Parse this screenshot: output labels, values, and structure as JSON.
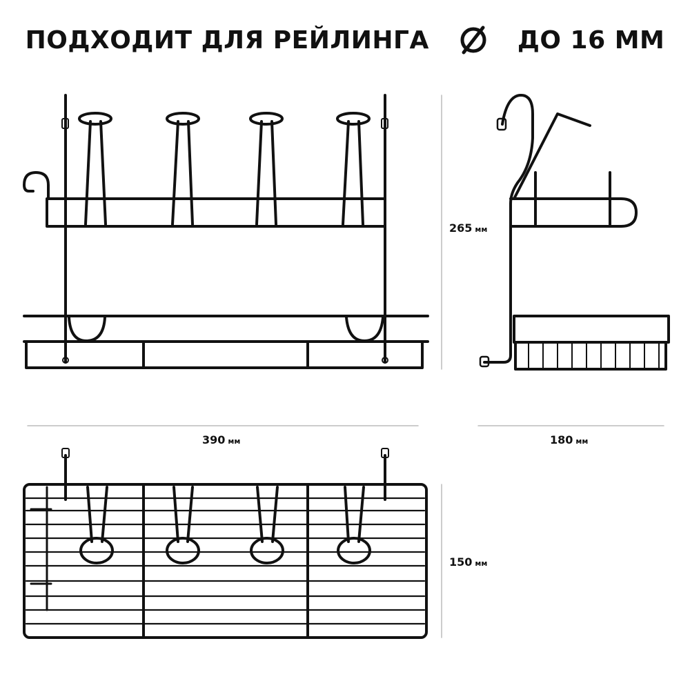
{
  "headline": {
    "text_before": "ПОДХОДИТ ДЛЯ РЕЙЛИНГА",
    "diameter_symbol": "diameter-icon",
    "text_after": "ДО 16 ММ"
  },
  "dimensions": {
    "height": {
      "value": "265",
      "unit": "мм"
    },
    "width": {
      "value": "390",
      "unit": "мм"
    },
    "depth": {
      "value": "180",
      "unit": "мм"
    },
    "bottom_depth": {
      "value": "150",
      "unit": "мм"
    }
  },
  "colors": {
    "line": "#111111",
    "dimension_line": "#bbbbbb",
    "background": "#ffffff"
  }
}
